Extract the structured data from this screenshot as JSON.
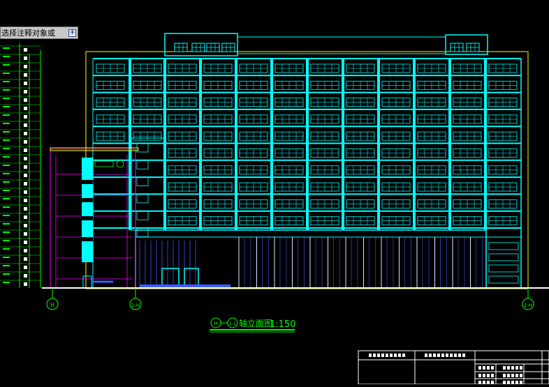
{
  "prompt": {
    "text": "选择注释对象或",
    "icon": "plus-icon"
  },
  "drawing": {
    "title_scale": "1:150",
    "title_text": "轴立面图",
    "title_axis_from": "H",
    "title_axis_to": "1-1",
    "axis_bubbles": [
      "H",
      "1-H",
      "1-H"
    ]
  },
  "colors": {
    "background": "#000000",
    "facade_cyan": "#00ffff",
    "outline_magenta": "#ff00ff",
    "outline_yellow": "#ffff00",
    "ground_white": "#ffffff",
    "dimension_green": "#00ff00",
    "glass_blue": "#3d5cff"
  }
}
